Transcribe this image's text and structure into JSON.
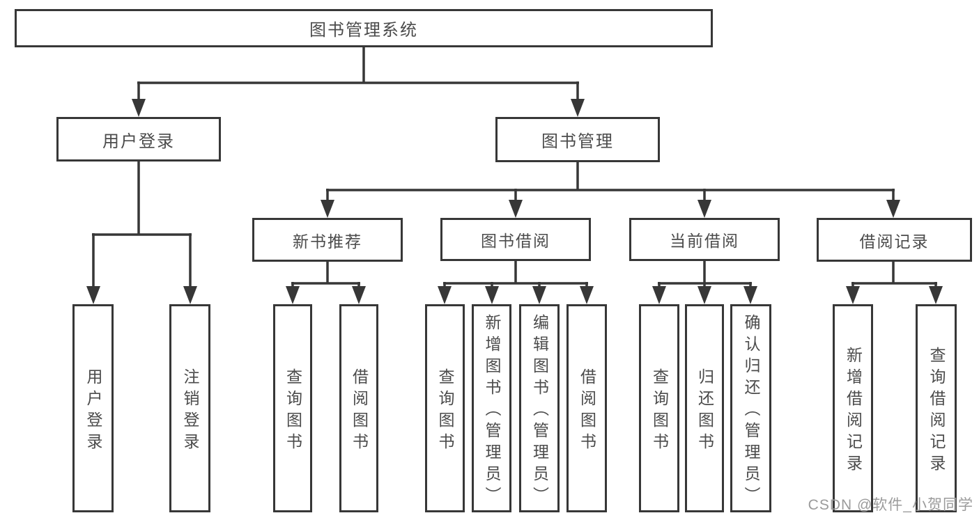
{
  "diagram": {
    "root": {
      "label": "图书管理系统"
    },
    "level2": [
      {
        "label": "用户登录"
      },
      {
        "label": "图书管理"
      }
    ],
    "level3": [
      {
        "label": "新书推荐",
        "parent": "图书管理"
      },
      {
        "label": "图书借阅",
        "parent": "图书管理"
      },
      {
        "label": "当前借阅",
        "parent": "图书管理"
      },
      {
        "label": "借阅记录",
        "parent": "图书管理"
      }
    ],
    "leaves": [
      {
        "label": "用户登录",
        "parent": "用户登录"
      },
      {
        "label": "注销登录",
        "parent": "用户登录"
      },
      {
        "label": "查询图书",
        "parent": "新书推荐"
      },
      {
        "label": "借阅图书",
        "parent": "新书推荐"
      },
      {
        "label": "查询图书",
        "parent": "图书借阅"
      },
      {
        "label": "新增图书（管理员）",
        "parent": "图书借阅"
      },
      {
        "label": "编辑图书（管理员）",
        "parent": "图书借阅"
      },
      {
        "label": "借阅图书",
        "parent": "图书借阅"
      },
      {
        "label": "查询图书",
        "parent": "当前借阅"
      },
      {
        "label": "归还图书",
        "parent": "当前借阅"
      },
      {
        "label": "确认归还（管理员）",
        "parent": "当前借阅"
      },
      {
        "label": "新增借阅记录",
        "parent": "借阅记录"
      },
      {
        "label": "查询借阅记录",
        "parent": "借阅记录"
      }
    ]
  },
  "watermark": "CSDN @软件_小贺同学",
  "colors": {
    "line": "#373737",
    "box_border": "#373737",
    "text": "#4b4b4b",
    "watermark": "#9b9b9b",
    "background": "#ffffff"
  }
}
